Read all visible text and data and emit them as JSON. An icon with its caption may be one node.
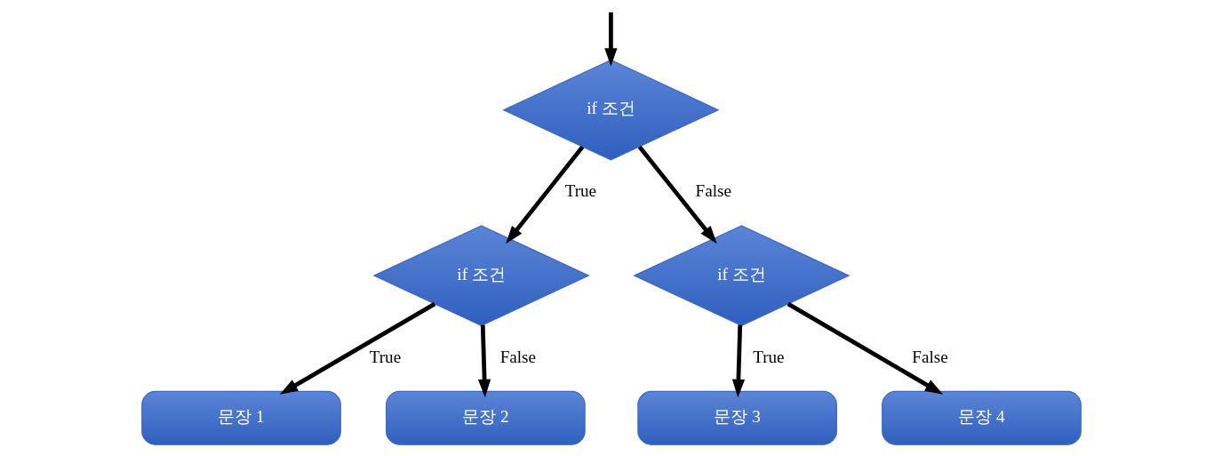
{
  "diagram": {
    "nodes": [
      {
        "text": [
          "if 조건"
        ]
      },
      {
        "text": [
          "if 조건"
        ]
      },
      {
        "text": [
          "if 조건"
        ]
      },
      {
        "text": [
          "문장 1"
        ]
      },
      {
        "text": [
          "문장 2"
        ]
      },
      {
        "text": [
          "문장 3"
        ]
      },
      {
        "text": [
          "문장 4"
        ]
      }
    ],
    "edges": [
      {
        "from": null,
        "to": 0,
        "arrow": "to"
      },
      {
        "from": 0,
        "to": 1,
        "arrow": "to",
        "label": "True"
      },
      {
        "from": 0,
        "to": 2,
        "arrow": "to",
        "label": "False"
      },
      {
        "from": 1,
        "to": 3,
        "arrow": "to",
        "label": "True"
      },
      {
        "from": 1,
        "to": 4,
        "arrow": "to",
        "label": "False"
      },
      {
        "from": 2,
        "to": 5,
        "arrow": "to",
        "label": "True"
      },
      {
        "from": 2,
        "to": 6,
        "arrow": "to",
        "label": "False"
      }
    ]
  }
}
